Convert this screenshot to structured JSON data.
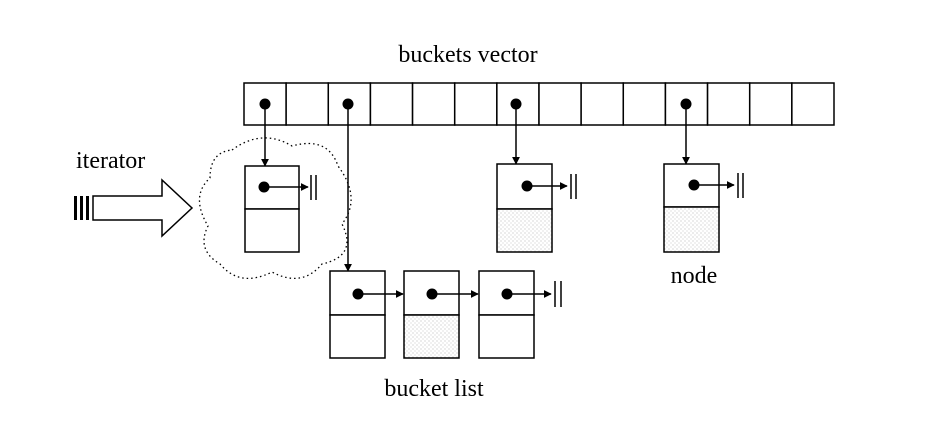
{
  "labels": {
    "title": "buckets  vector",
    "iterator": "iterator",
    "node": "node",
    "bucket_list": "bucket list"
  },
  "buckets": {
    "count": 14,
    "occupied": [
      0,
      2,
      6,
      10
    ]
  },
  "colors": {
    "ink": "#000000",
    "background": "#ffffff",
    "shade": "#e8e8e8"
  }
}
